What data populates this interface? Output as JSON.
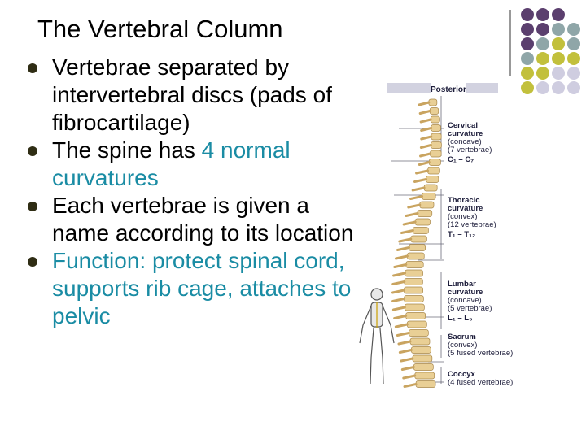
{
  "slide": {
    "title": "The Vertebral Column",
    "bullets": [
      {
        "parts": [
          {
            "text": "Vertebrae separated by intervertebral discs (pads of fibrocartilage)",
            "highlight": false
          }
        ]
      },
      {
        "parts": [
          {
            "text": "The spine has ",
            "highlight": false
          },
          {
            "text": "4 normal curvatures",
            "highlight": true
          }
        ]
      },
      {
        "parts": [
          {
            "text": "Each vertebrae is given a name according to its location",
            "highlight": false
          }
        ]
      },
      {
        "parts": [
          {
            "text": "Function: protect spinal cord, supports rib cage, attaches to pelvic",
            "highlight": true
          }
        ]
      }
    ]
  },
  "diagram": {
    "header": "Posterior",
    "cervical": {
      "title_line1": "Cervical",
      "title_line2": "curvature",
      "type": "(concave)",
      "count": "(7 vertebrae)",
      "range": "C₁ – C₇"
    },
    "thoracic": {
      "title_line1": "Thoracic",
      "title_line2": "curvature",
      "type": "(convex)",
      "count": "(12 vertebrae)",
      "range": "T₁ – T₁₂"
    },
    "lumbar": {
      "title_line1": "Lumbar",
      "title_line2": "curvature",
      "type": "(concave)",
      "count": "(5 vertebrae)",
      "range": "L₁ – L₅"
    },
    "sacrum": {
      "title": "Sacrum",
      "type": "(convex)",
      "count": "(5 fused vertebrae)"
    },
    "coccyx": {
      "title": "Coccyx",
      "count": "(4 fused vertebrae)"
    }
  },
  "colors": {
    "highlight": "#1a8ca4",
    "purple": "#5b3f6e",
    "teal_gray": "#8fa6a8",
    "olive": "#c2c03c",
    "lavender": "#cfcde0",
    "bone": "#e9cf95"
  },
  "dot_grid": [
    [
      "purple",
      "purple",
      "purple",
      "none"
    ],
    [
      "purple",
      "purple",
      "teal_gray",
      "teal_gray"
    ],
    [
      "purple",
      "teal_gray",
      "olive",
      "teal_gray"
    ],
    [
      "teal_gray",
      "olive",
      "olive",
      "olive"
    ],
    [
      "olive",
      "olive",
      "lavender",
      "lavender"
    ],
    [
      "olive",
      "lavender",
      "lavender",
      "lavender"
    ]
  ]
}
